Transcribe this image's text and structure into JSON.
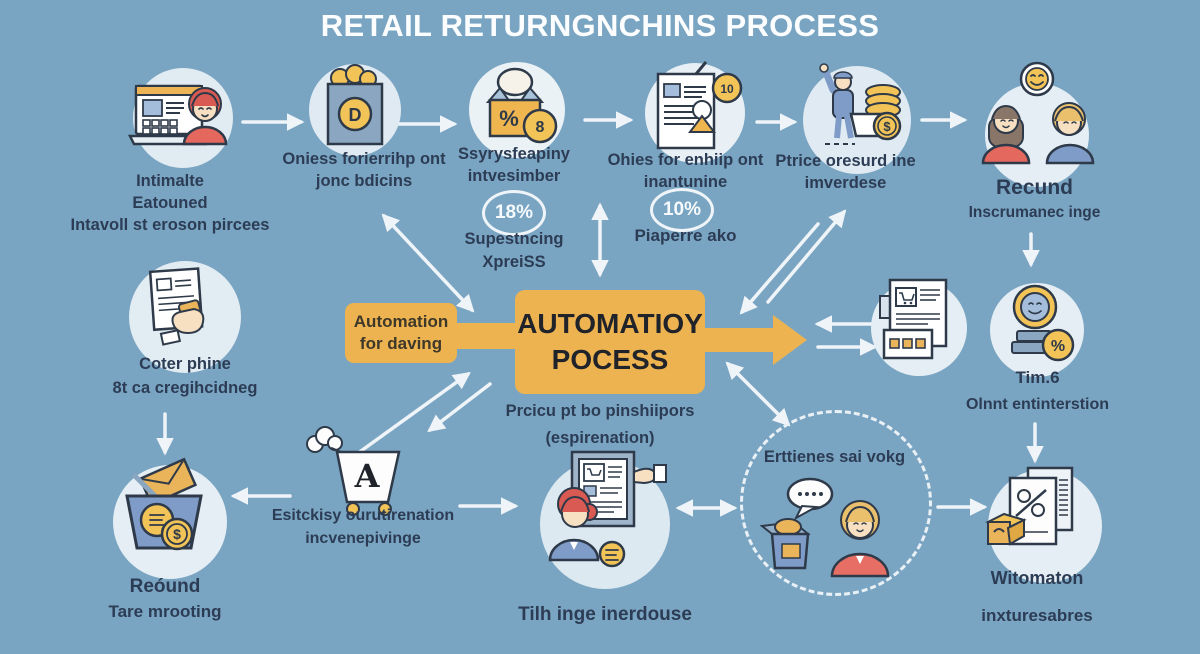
{
  "title": "RETAIL RETURNGNCHINS PROCESS",
  "colors": {
    "background": "#7aa5c2",
    "accent": "#edb351",
    "navy": "#2c3c55"
  },
  "top_row": [
    {
      "name": "intake",
      "lines": [
        "Intimalte",
        "Eatouned",
        "Intavoll st eroson pircees"
      ]
    },
    {
      "name": "order-bag",
      "coin_glyph": "D",
      "lines": [
        "Oniess forierrihp ont",
        "jonc bdicins"
      ]
    },
    {
      "name": "return-box",
      "percent_glyph": "%",
      "coin_glyph": "8",
      "lines": [
        "Ssyrysfeapiny",
        "intvesimber"
      ],
      "badge": "18%",
      "sub_lines": [
        "Supestncing",
        "XpreiSS"
      ]
    },
    {
      "name": "paperwork",
      "coin_glyph": "10",
      "lines": [
        "Ohies for enhiip ont",
        "inantunine"
      ],
      "badge": "10%",
      "sub_lines": [
        "Piaperre ako"
      ]
    },
    {
      "name": "pricing",
      "coin_glyph": "$",
      "lines": [
        "Ptrice oresurd ine",
        "imverdese"
      ]
    },
    {
      "name": "refund-customers",
      "lines": [
        "Recund",
        "Inscrumanec inge"
      ]
    }
  ],
  "middle": {
    "left": {
      "lines": [
        "Coter phine",
        "8t ca cregihcidneg"
      ]
    },
    "automation_label": {
      "lines": [
        "Automation",
        "for daving"
      ]
    },
    "process_box": {
      "lines": [
        "AUTOMATIOY",
        "POCESS"
      ]
    },
    "process_caption": {
      "lines": [
        "Prcicu pt bo pinshiipors",
        "(espirenation)"
      ]
    },
    "right_coin": {
      "percent_glyph": "%",
      "lines": [
        "Tim.6",
        "Olnnt entinterstion"
      ]
    }
  },
  "bottom_row": [
    {
      "name": "refund-basket",
      "coin_glyph": "$",
      "lines": [
        "Reóund",
        "Tare mrooting"
      ]
    },
    {
      "name": "cart",
      "cart_letter": "A",
      "lines": [
        "Esitckisy ourutirenation",
        "incvenepivinge"
      ]
    },
    {
      "name": "warehouse",
      "lines": [
        "Tilh inge inerdouse"
      ]
    },
    {
      "name": "customer-service",
      "label": "Erttienes sai vokg"
    },
    {
      "name": "automation-docs",
      "lines": [
        "Witomaton",
        "inxturesabres"
      ]
    }
  ]
}
